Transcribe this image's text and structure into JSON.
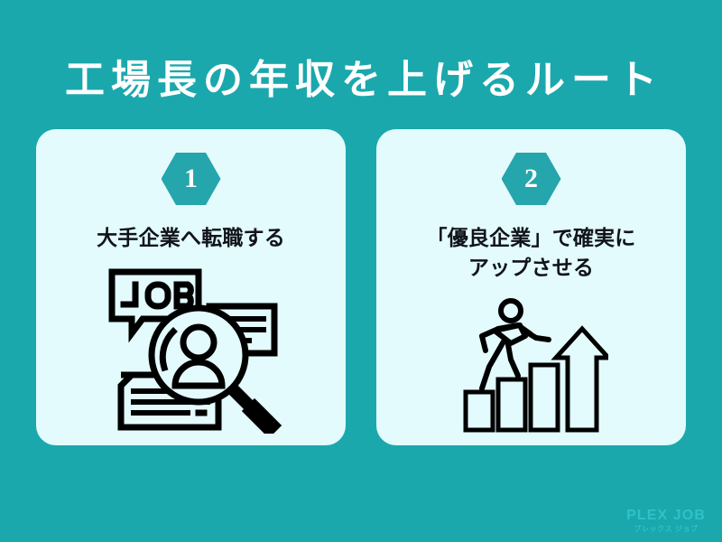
{
  "theme": {
    "background": "#1aa8ad",
    "card_background": "#e3fbfd",
    "hexagon": "#25a5ac",
    "title_color": "#ffffff",
    "heading_color": "#10141a",
    "icon_stroke": "#000000",
    "logo_color": "#2ec2c9"
  },
  "title": "工場長の年収を上げるルート",
  "cards": [
    {
      "number": "1",
      "heading": "大手企業へ転職する",
      "icon": "job-search-icon",
      "icon_text": "JOB"
    },
    {
      "number": "2",
      "heading": "「優良企業」で確実に\nアップさせる",
      "icon": "climbing-stairs-growth-icon",
      "icon_text": ""
    }
  ],
  "logo": {
    "main": "PLEX JOB",
    "sub": "プレックス ジョブ"
  }
}
